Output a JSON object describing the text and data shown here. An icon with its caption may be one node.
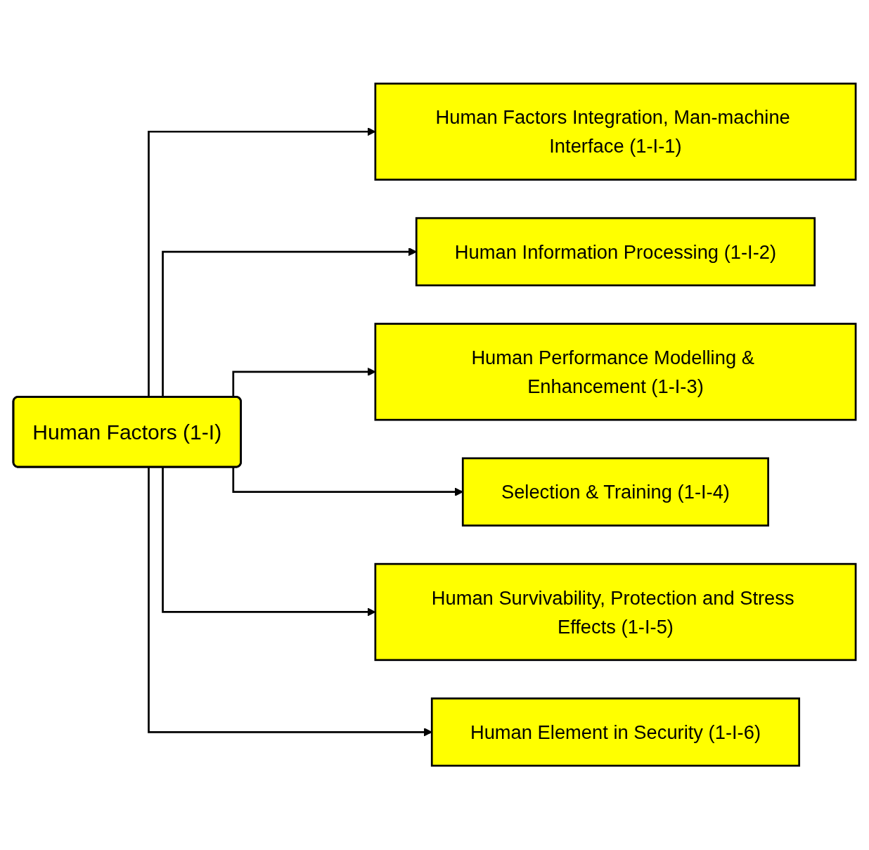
{
  "diagram": {
    "nodes": [
      {
        "text": [
          "Human Factors (1-I)"
        ]
      },
      {
        "text": [
          "Human Factors Integration, Man-machine Interface (1-I-1)"
        ]
      },
      {
        "text": [
          "Human Information Processing (1-I-2)"
        ]
      },
      {
        "text": [
          "Human Performance Modelling & Enhancement (1-I-3)"
        ]
      },
      {
        "text": [
          "Selection & Training (1-I-4)"
        ]
      },
      {
        "text": [
          "Human Survivability, Protection and Stress Effects (1-I-5)"
        ]
      },
      {
        "text": [
          "Human Element in Security (1-I-6)"
        ]
      }
    ],
    "edges": [
      {
        "from": 0,
        "to": 1,
        "arrow": "to"
      },
      {
        "from": 0,
        "to": 2,
        "arrow": "to"
      },
      {
        "from": 0,
        "to": 3,
        "arrow": "to"
      },
      {
        "from": 0,
        "to": 4,
        "arrow": "to"
      },
      {
        "from": 0,
        "to": 5,
        "arrow": "to"
      },
      {
        "from": 0,
        "to": 6,
        "arrow": "to"
      }
    ]
  }
}
